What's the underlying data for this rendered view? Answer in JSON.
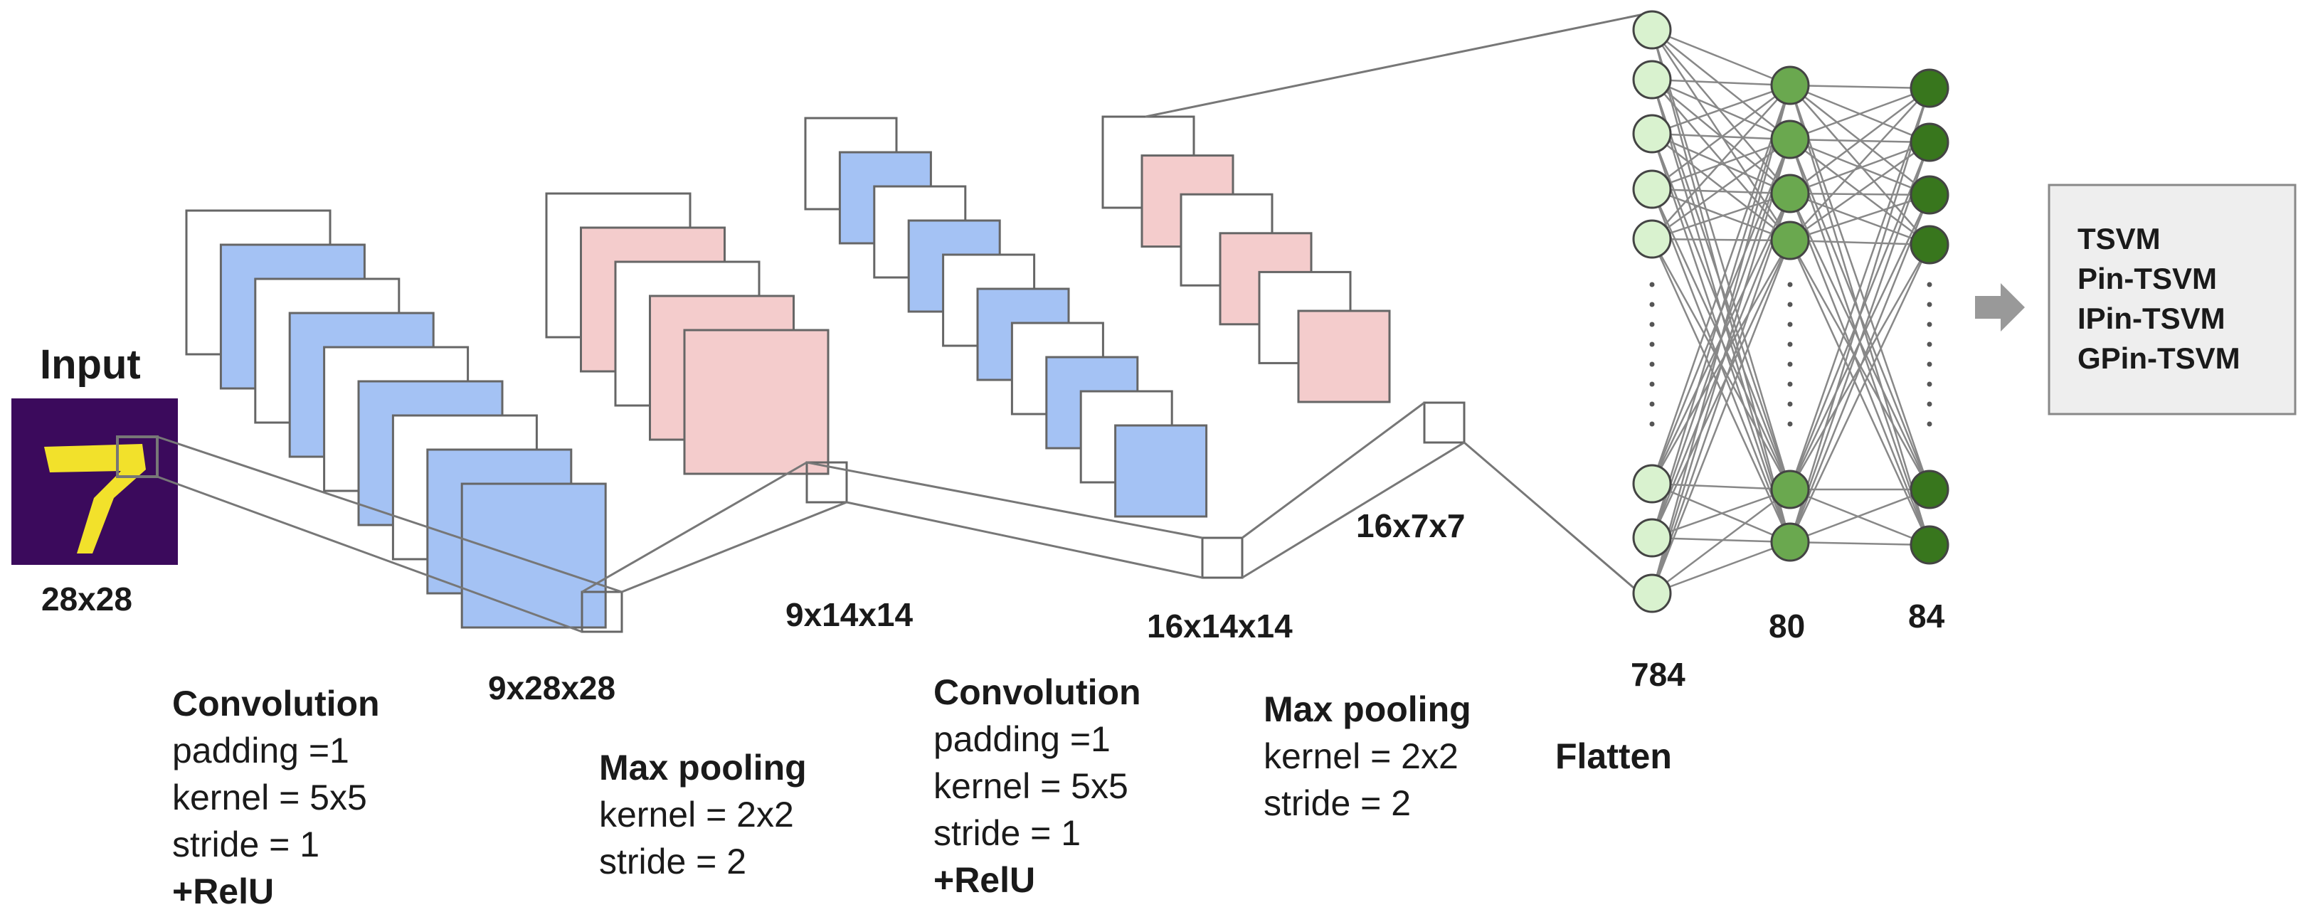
{
  "input": {
    "title": "Input",
    "size_label": "28x28"
  },
  "layers": [
    {
      "id": "conv1",
      "output_label": "9x28x28",
      "color": "#a4c2f4",
      "op_title": "Convolution",
      "params": [
        "padding =1",
        "kernel = 5x5",
        "stride = 1"
      ],
      "activation": "+RelU"
    },
    {
      "id": "pool1",
      "output_label": "9x14x14",
      "color": "#f4cccc",
      "op_title": "Max pooling",
      "params": [
        "kernel = 2x2",
        "stride = 2"
      ]
    },
    {
      "id": "conv2",
      "output_label": "16x14x14",
      "color": "#a4c2f4",
      "op_title": "Convolution",
      "params": [
        "padding =1",
        "kernel = 5x5",
        "stride = 1"
      ],
      "activation": "+RelU"
    },
    {
      "id": "pool2",
      "output_label": "16x7x7",
      "color": "#f4cccc",
      "op_title": "Max pooling",
      "params": [
        "kernel = 2x2",
        "stride = 2"
      ]
    }
  ],
  "fully_connected": {
    "flatten_label": "Flatten",
    "columns": [
      {
        "label": "784",
        "color": "#d9f2cf"
      },
      {
        "label": "80",
        "color": "#6aa84f"
      },
      {
        "label": "84",
        "color": "#38761d"
      }
    ]
  },
  "classifiers": [
    "TSVM",
    "Pin-TSVM",
    "IPin-TSVM",
    "GPin-TSVM"
  ],
  "colors": {
    "stroke": "#666666",
    "line": "#777777",
    "box_fill": "#eeeeee",
    "arrow": "#999999",
    "digit_bg": "#3b0a5c",
    "digit": "#f2e12b"
  }
}
